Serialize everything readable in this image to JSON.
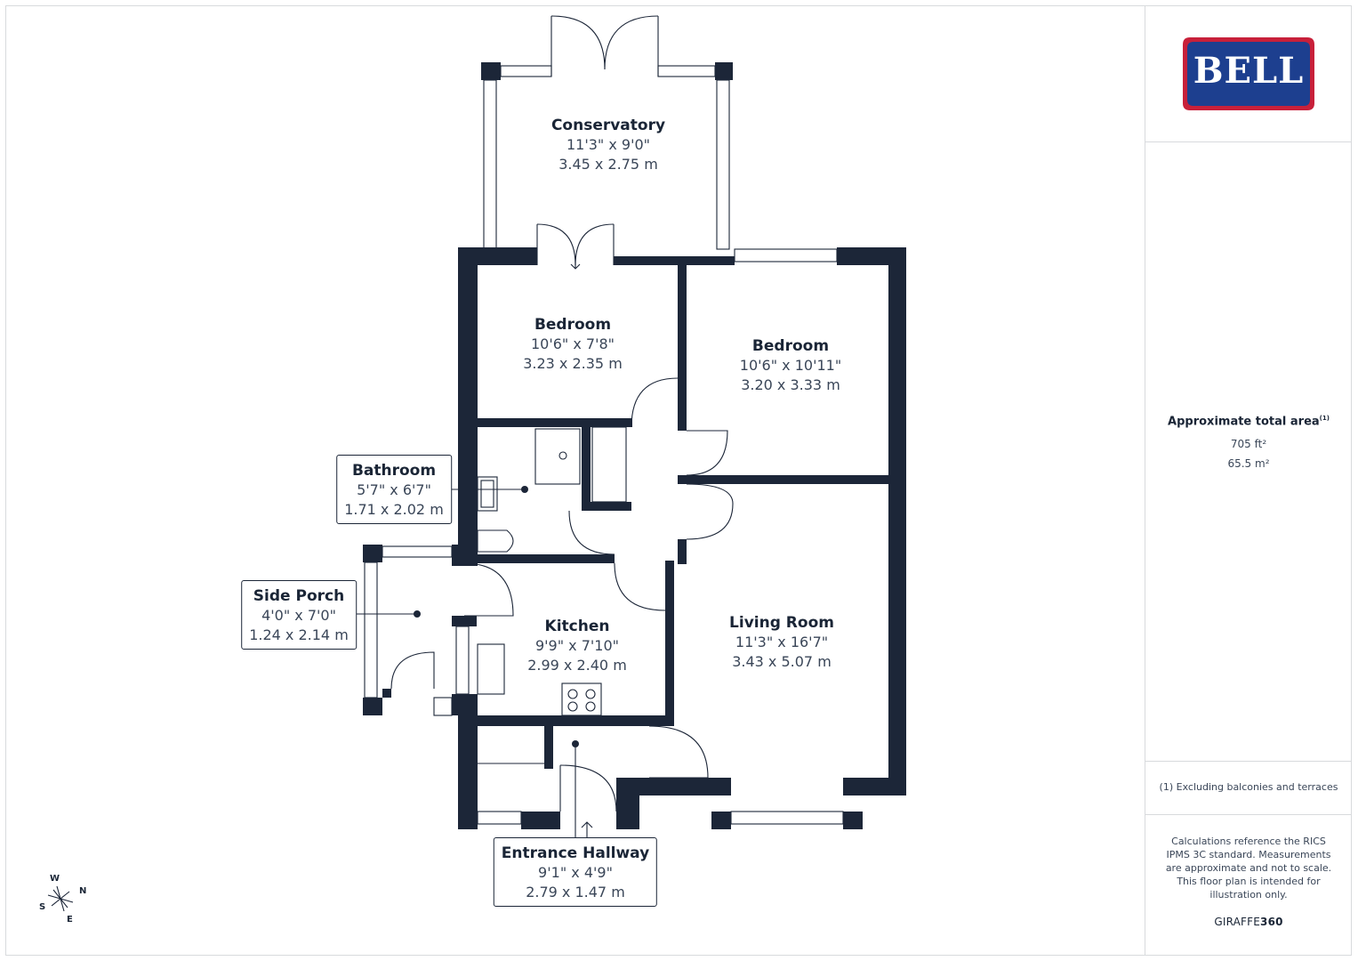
{
  "brand": {
    "logo_text": "BELL",
    "logo_red": "#c8203a",
    "logo_blue": "#1d3f8f"
  },
  "rooms": {
    "conservatory": {
      "name": "Conservatory",
      "imperial": "11'3\" x 9'0\"",
      "metric": "3.45 x 2.75 m"
    },
    "bedroom_1": {
      "name": "Bedroom",
      "imperial": "10'6\" x 7'8\"",
      "metric": "3.23 x 2.35 m"
    },
    "bedroom_2": {
      "name": "Bedroom",
      "imperial": "10'6\" x 10'11\"",
      "metric": "3.20 x 3.33 m"
    },
    "bathroom": {
      "name": "Bathroom",
      "imperial": "5'7\" x 6'7\"",
      "metric": "1.71 x 2.02 m"
    },
    "side_porch": {
      "name": "Side Porch",
      "imperial": "4'0\" x 7'0\"",
      "metric": "1.24 x 2.14 m"
    },
    "kitchen": {
      "name": "Kitchen",
      "imperial": "9'9\" x 7'10\"",
      "metric": "2.99 x 2.40 m"
    },
    "living_room": {
      "name": "Living Room",
      "imperial": "11'3\" x 16'7\"",
      "metric": "3.43 x 5.07 m"
    },
    "entrance_hallway": {
      "name": "Entrance Hallway",
      "imperial": "9'1\" x 4'9\"",
      "metric": "2.79 x 1.47 m"
    }
  },
  "summary": {
    "title": "Approximate total area",
    "note_marker": "(1)",
    "sqft": "705 ft²",
    "sqm": "65.5 m²",
    "footnote": "(1) Excluding balconies and terraces",
    "disclaimer": "Calculations reference the RICS IPMS 3C standard. Measurements are approximate and not to scale. This floor plan is intended for illustration only.",
    "provider_prefix": "GIRAFFE",
    "provider_suffix": "360"
  },
  "compass": {
    "n": "N",
    "s": "S",
    "e": "E",
    "w": "W"
  },
  "colors": {
    "wall": "#1c2638",
    "text": "#1a2536",
    "border": "#d8dadd"
  }
}
